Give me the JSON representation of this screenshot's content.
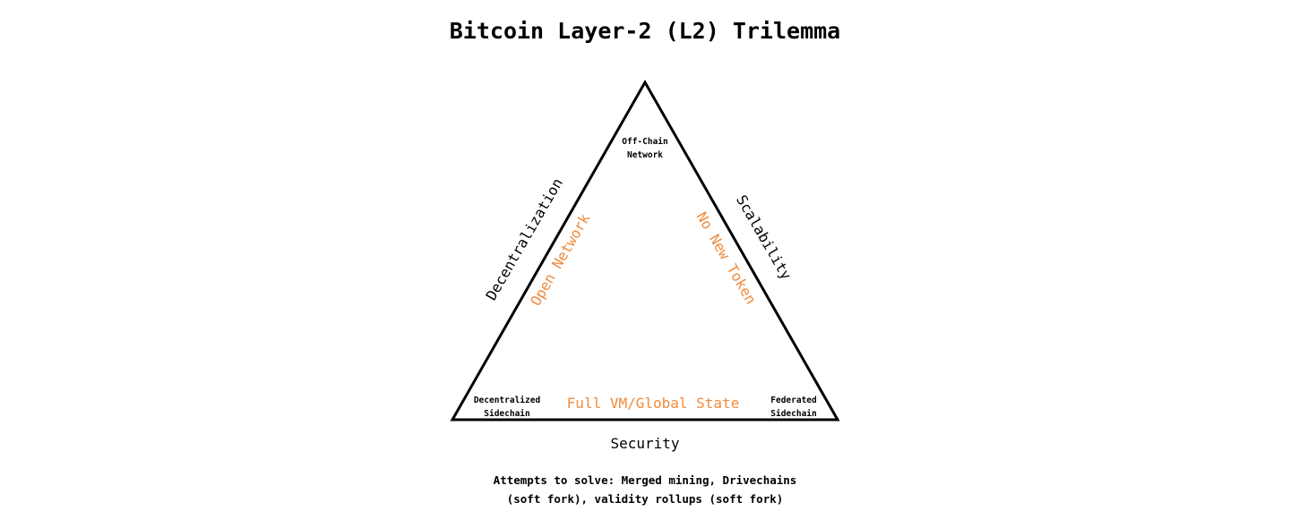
{
  "title": "Bitcoin Layer-2 (L2) Trilemma",
  "axes": {
    "left": "Decentralization",
    "right": "Scalability",
    "bottom": "Security"
  },
  "corners": {
    "top": [
      "Off-Chain",
      "Network"
    ],
    "bottom_left": [
      "Decentralized",
      "Sidechain"
    ],
    "bottom_right": [
      "Federated",
      "Sidechain"
    ]
  },
  "tradeoffs": {
    "left": "Open Network",
    "right": "No New Token",
    "bottom": "Full VM/Global State"
  },
  "footnote": [
    "Attempts to solve: Merged mining, Drivechains",
    "(soft fork), validity rollups (soft fork)"
  ],
  "colors": {
    "text": "#000000",
    "accent": "#f08a3c",
    "stroke": "#000000",
    "background": "#ffffff"
  }
}
